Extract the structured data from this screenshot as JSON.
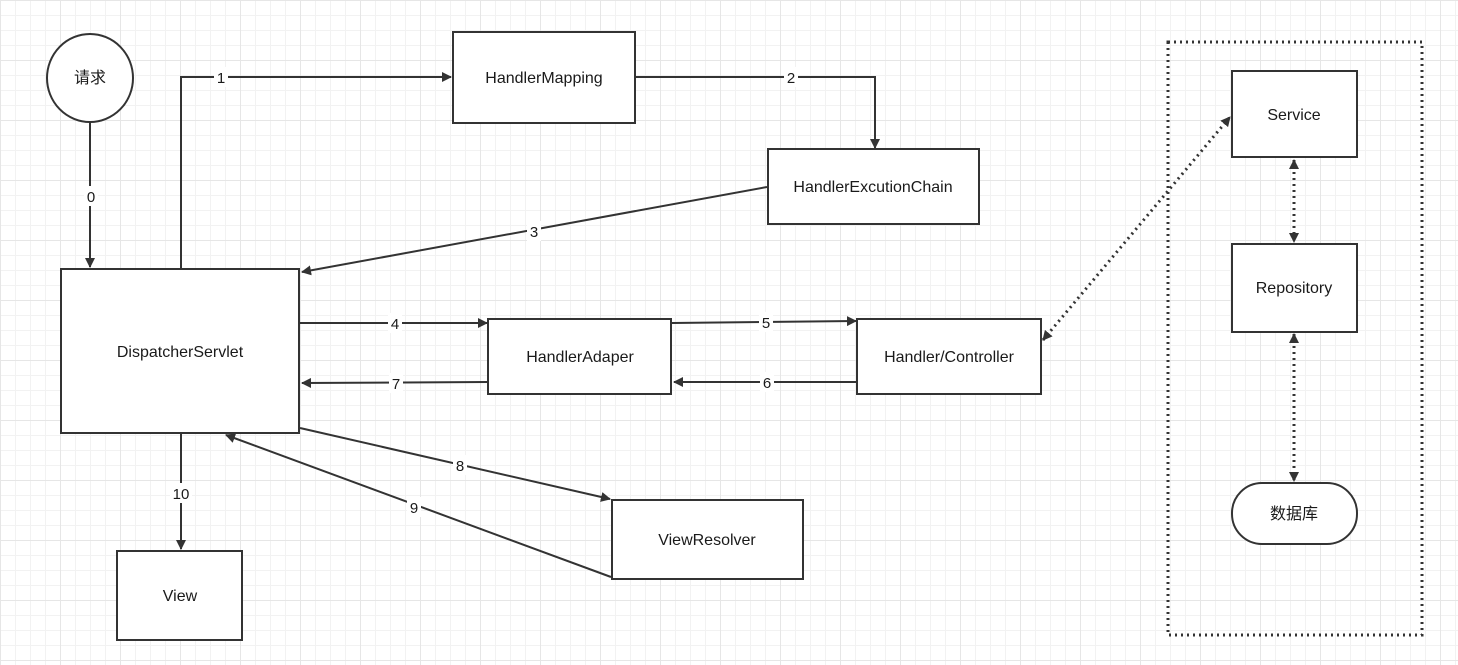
{
  "nodes": {
    "request": "请求",
    "handler_mapping": "HandlerMapping",
    "handler_execution_chain": "HandlerExcutionChain",
    "dispatcher_servlet": "DispatcherServlet",
    "handler_adapter": "HandlerAdaper",
    "handler_controller": "Handler/Controller",
    "view_resolver": "ViewResolver",
    "view": "View",
    "service": "Service",
    "repository": "Repository",
    "database": "数据库"
  },
  "edges": {
    "e0": "0",
    "e1": "1",
    "e2": "2",
    "e3": "3",
    "e4": "4",
    "e5": "5",
    "e6": "6",
    "e7": "7",
    "e8": "8",
    "e9": "9",
    "e10": "10"
  },
  "colors": {
    "stroke": "#333333",
    "grid_major": "#e6e6e6",
    "grid_minor": "#f2f2f2",
    "background": "#ffffff"
  }
}
